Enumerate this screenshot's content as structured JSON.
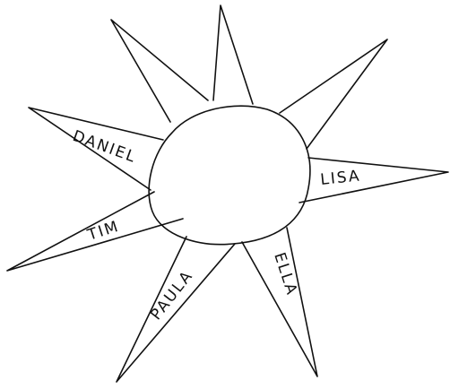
{
  "drawing": {
    "ink_color": "#111111",
    "background_color": "#ffffff",
    "rays": {
      "daniel": "DANIEL",
      "tim": "TIM",
      "paula": "PAULA",
      "ella": "ELLA",
      "lisa": "LISA"
    }
  }
}
